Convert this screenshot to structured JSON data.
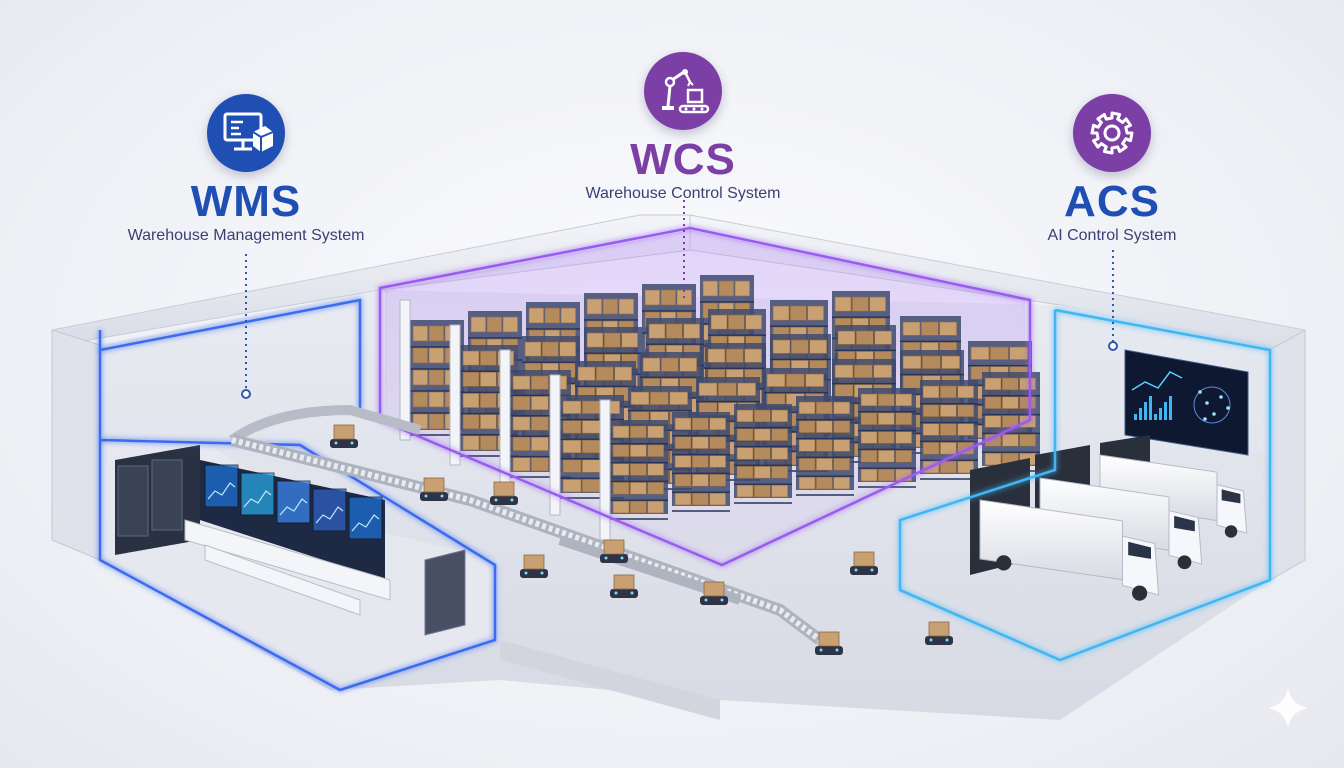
{
  "systems": {
    "wms": {
      "abbr": "WMS",
      "full": "Warehouse Management System",
      "icon": "computer-box-icon",
      "color": "#1f4fb3"
    },
    "wcs": {
      "abbr": "WCS",
      "full": "Warehouse Control System",
      "icon": "robot-arm-conveyor-icon",
      "color": "#7b3fa6"
    },
    "acs": {
      "abbr": "ACS",
      "full": "AI Control System",
      "icon": "gear-icon",
      "color": "#1f4fb3",
      "icon_color": "#7b3fa6"
    }
  },
  "colors": {
    "zone_glow_blue": "#3a6cf0",
    "zone_glow_purple": "#9a5cf0",
    "zone_glow_cyan": "#3fb6f5"
  }
}
